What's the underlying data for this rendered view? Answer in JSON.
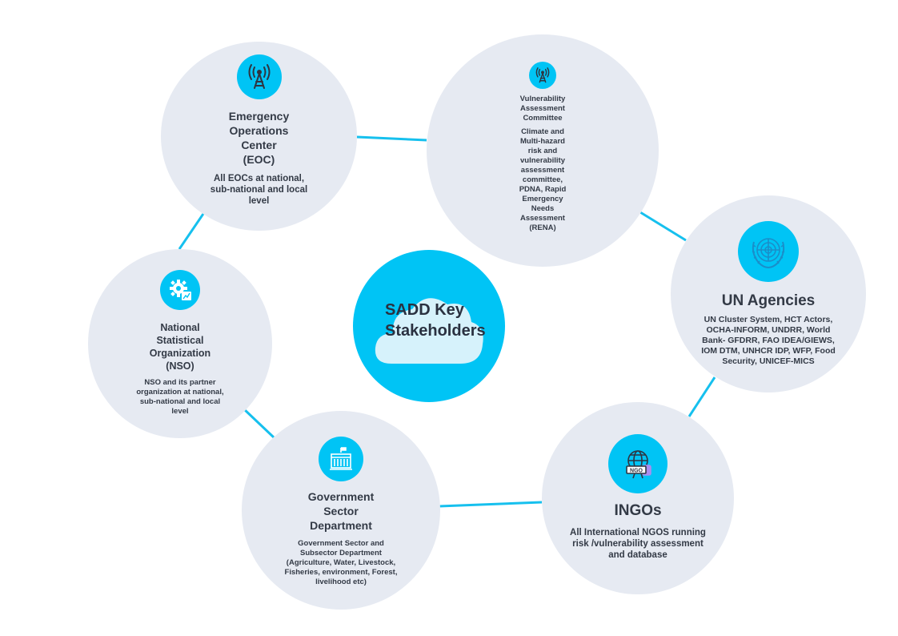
{
  "center": {
    "line1": "SADD Key",
    "line2": "Stakeholders"
  },
  "nodes": {
    "eoc": {
      "icon": "antenna-icon",
      "title": [
        "Emergency",
        "Operations",
        "Center",
        "(EOC)"
      ],
      "desc": [
        "All EOCs  at national,",
        "sub-national and local",
        "level"
      ]
    },
    "vac": {
      "icon": "antenna-icon",
      "title": [
        "Vulnerability",
        "Assessment",
        "Committee"
      ],
      "desc": [
        "Climate and",
        "Multi-hazard",
        "risk and",
        "vulnerability",
        "assessment",
        "committee,",
        "PDNA, Rapid",
        "Emergency",
        "Needs",
        "Assessment",
        "(RENA)"
      ]
    },
    "un": {
      "icon": "un-emblem-icon",
      "title": [
        "UN Agencies"
      ],
      "desc": [
        "UN Cluster System, HCT Actors,",
        "OCHA-INFORM, UNDRR, World",
        "Bank- GFDRR, FAO IDEA/GIEWS,",
        "IOM DTM, UNHCR IDP, WFP, Food",
        "Security, UNICEF-MICS"
      ]
    },
    "nso": {
      "icon": "gear-chart-icon",
      "title": [
        "National",
        "Statistical",
        "Organization",
        "(NSO)"
      ],
      "desc": [
        "NSO and its partner",
        "organization  at national,",
        "sub-national and local",
        "level"
      ]
    },
    "gov": {
      "icon": "government-building-icon",
      "title": [
        "Government",
        "Sector",
        "Department"
      ],
      "desc": [
        "Government Sector and",
        "Subsector Department",
        "(Agriculture, Water, Livestock,",
        "Fisheries, environment, Forest,",
        "livelihood etc)"
      ]
    },
    "ingo": {
      "icon": "ngo-globe-icon",
      "title": [
        "INGOs"
      ],
      "desc": [
        "All International NGOS running",
        "risk /vulnerability assessment",
        "and database"
      ]
    }
  },
  "colors": {
    "accent": "#00c4f5",
    "node_bg": "#e6eaf2",
    "text": "#333a46"
  }
}
